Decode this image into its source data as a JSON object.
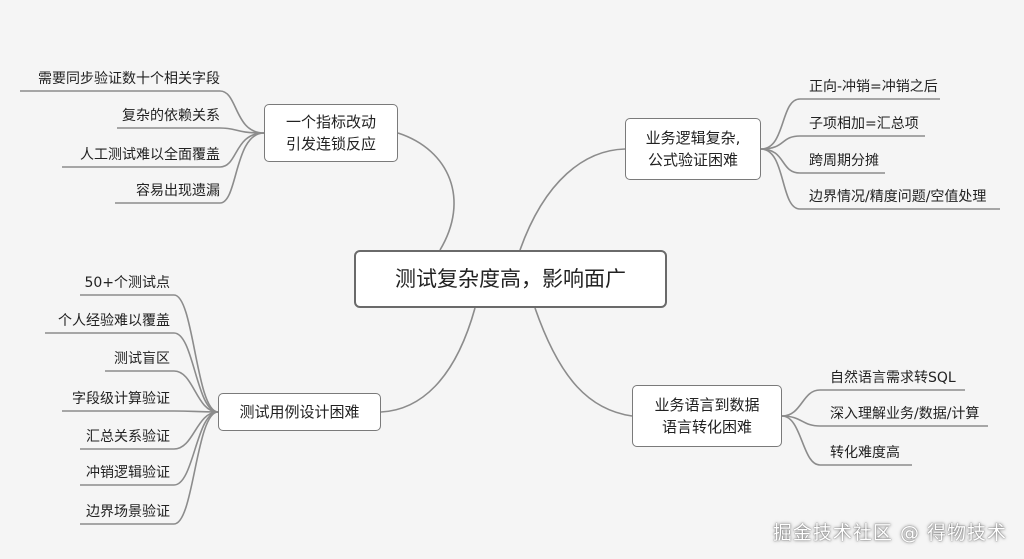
{
  "colors": {
    "background": "#f5f5f5",
    "line": "#8c8c8c",
    "border": "#7a7a7a"
  },
  "root": {
    "label": "测试复杂度高，影响面广"
  },
  "branches": {
    "chain": {
      "lines": [
        "一个指标改动",
        "引发连锁反应"
      ],
      "children": [
        "需要同步验证数十个相关字段",
        "复杂的依赖关系",
        "人工测试难以全面覆盖",
        "容易出现遗漏"
      ]
    },
    "logic": {
      "lines": [
        "业务逻辑复杂,",
        "公式验证困难"
      ],
      "children": [
        "正向-冲销=冲销之后",
        "子项相加=汇总项",
        "跨周期分摊",
        "边界情况/精度问题/空值处理"
      ]
    },
    "cases": {
      "lines": [
        "测试用例设计困难"
      ],
      "children": [
        "50+个测试点",
        "个人经验难以覆盖",
        "测试盲区",
        "字段级计算验证",
        "汇总关系验证",
        "冲销逻辑验证",
        "边界场景验证"
      ]
    },
    "language": {
      "lines": [
        "业务语言到数据",
        "语言转化困难"
      ],
      "children": [
        "自然语言需求转SQL",
        "深入理解业务/数据/计算",
        "转化难度高"
      ]
    }
  },
  "watermark": "掘金技术社区 @ 得物技术"
}
